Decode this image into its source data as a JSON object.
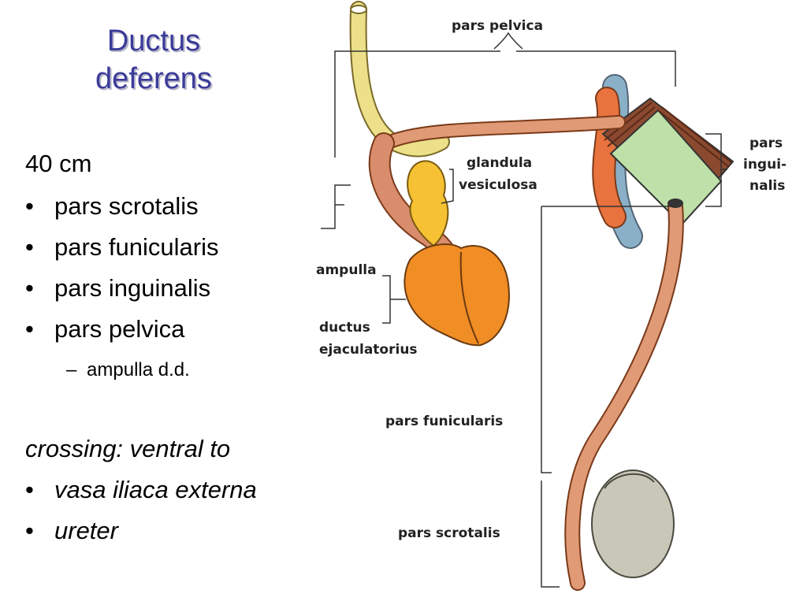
{
  "title": {
    "line1": "Ductus",
    "line2": "deferens"
  },
  "body": {
    "length": "40 cm",
    "bullet_char": "•",
    "dash_char": "–",
    "parts": [
      "pars scrotalis",
      "pars funicularis",
      "pars inguinalis",
      "pars pelvica"
    ],
    "sub_item": "ampulla d.d.",
    "crossing": "crossing: ventral to",
    "crossing_items": [
      "vasa iliaca externa",
      "ureter"
    ]
  },
  "figure": {
    "labels": {
      "pars_pelvica": "pars pelvica",
      "pars_inguinalis_1": "pars",
      "pars_inguinalis_2": "ingui-",
      "pars_inguinalis_3": "nalis",
      "glandula_1": "glandula",
      "glandula_2": "vesiculosa",
      "ampulla": "ampulla",
      "ductus_1": "ductus",
      "ductus_2": "ejaculatorius",
      "pars_funicularis": "pars funicularis",
      "pars_scrotalis": "pars scrotalis"
    },
    "colors": {
      "title": "#3b3b9a",
      "ureter": "#ece08a",
      "ductus": "#e09a76",
      "gland": "#f6c233",
      "prostate": "#f08d25",
      "artery": "#e8733e",
      "vein": "#8ab0c8",
      "canal": "#bfe0a8",
      "testis": "#c9c7b8"
    }
  }
}
